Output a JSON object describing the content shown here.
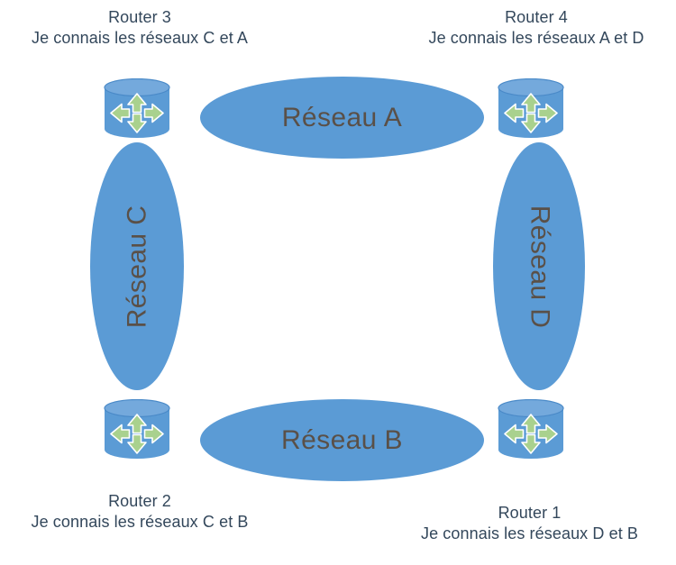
{
  "diagram": {
    "title": "Routing table knowledge diagram",
    "background_color": "#ffffff",
    "network_fill_color": "#5b9bd5",
    "network_text_color": "#5a5048",
    "router_label_color": "#33475b",
    "router_body_color": "#5b9bd5",
    "router_body_top_color": "#76aadd",
    "router_arrow_color": "#a9d18e",
    "router_arrow_outline_color": "#ffffff"
  },
  "networks": [
    {
      "id": "a",
      "label": "Réseau A",
      "orientation": "horizontal",
      "position": "top"
    },
    {
      "id": "b",
      "label": "Réseau B",
      "orientation": "horizontal",
      "position": "bottom"
    },
    {
      "id": "c",
      "label": "Réseau C",
      "orientation": "vertical",
      "position": "left"
    },
    {
      "id": "d",
      "label": "Réseau D",
      "orientation": "vertical",
      "position": "right"
    }
  ],
  "routers": [
    {
      "id": "router-3",
      "name": "Router 3",
      "description": "Je connais les réseaux C et A",
      "position": "top-left",
      "icon": "router-icon"
    },
    {
      "id": "router-4",
      "name": "Router 4",
      "description": "Je connais les réseaux A et D",
      "position": "top-right",
      "icon": "router-icon"
    },
    {
      "id": "router-2",
      "name": "Router 2",
      "description": "Je connais les réseaux C et B",
      "position": "bottom-left",
      "icon": "router-icon"
    },
    {
      "id": "router-1",
      "name": "Router 1",
      "description": "Je connais les réseaux D et B",
      "position": "bottom-right",
      "icon": "router-icon"
    }
  ]
}
